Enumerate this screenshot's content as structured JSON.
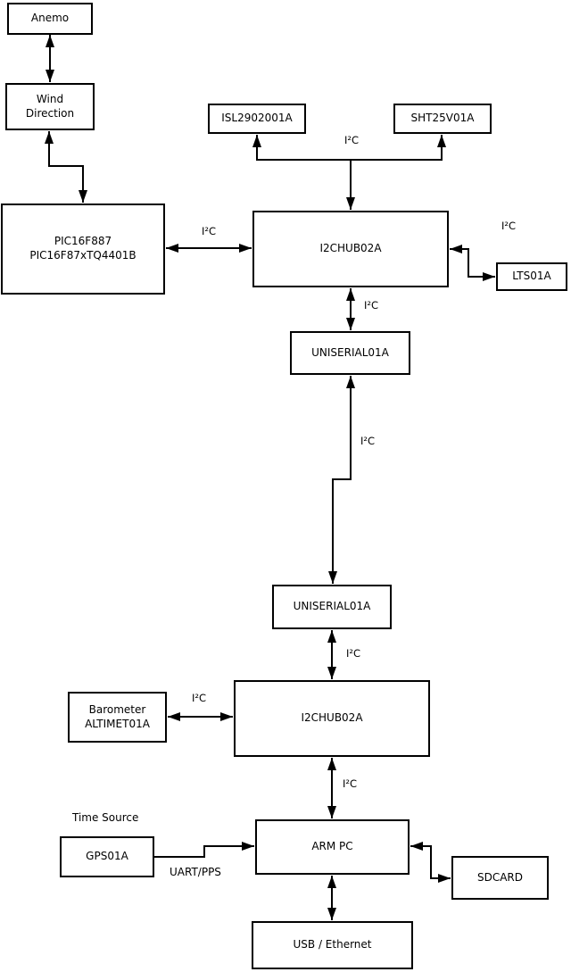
{
  "diagram": {
    "colors": {
      "background": "#ffffff",
      "line": "#000000",
      "box_fill": "#ffffff",
      "text": "#000000"
    },
    "nodes": {
      "anemo": {
        "label": "Anemo"
      },
      "wind": {
        "line1": "Wind",
        "line2": "Direction"
      },
      "pic": {
        "line1": "PIC16F887",
        "line2": "PIC16F87xTQ4401B"
      },
      "isl": {
        "label": "ISL2902001A"
      },
      "sht": {
        "label": "SHT25V01A"
      },
      "hub1": {
        "label": "I2CHUB02A"
      },
      "lts": {
        "label": "LTS01A"
      },
      "uni1": {
        "label": "UNISERIAL01A"
      },
      "uni2": {
        "label": "UNISERIAL01A"
      },
      "hub2": {
        "label": "I2CHUB02A"
      },
      "baro": {
        "line1": "Barometer",
        "line2": "ALTIMET01A"
      },
      "gps": {
        "label": "GPS01A"
      },
      "armpc": {
        "label": "ARM PC"
      },
      "sdcard": {
        "label": "SDCARD"
      },
      "usb": {
        "label": "USB / Ethernet"
      }
    },
    "edge_labels": {
      "i2c_sensors_bus": "I²C",
      "i2c_pic_hub1": "I²C",
      "i2c_hub1_lts": "I²C",
      "i2c_hub1_uni1": "I²C",
      "i2c_uni1_uni2": "I²C",
      "i2c_uni2_hub2": "I²C",
      "i2c_baro_hub2": "I²C",
      "i2c_hub2_armpc": "I²C",
      "time_source": "Time Source",
      "uart_pps": "UART/PPS"
    }
  }
}
